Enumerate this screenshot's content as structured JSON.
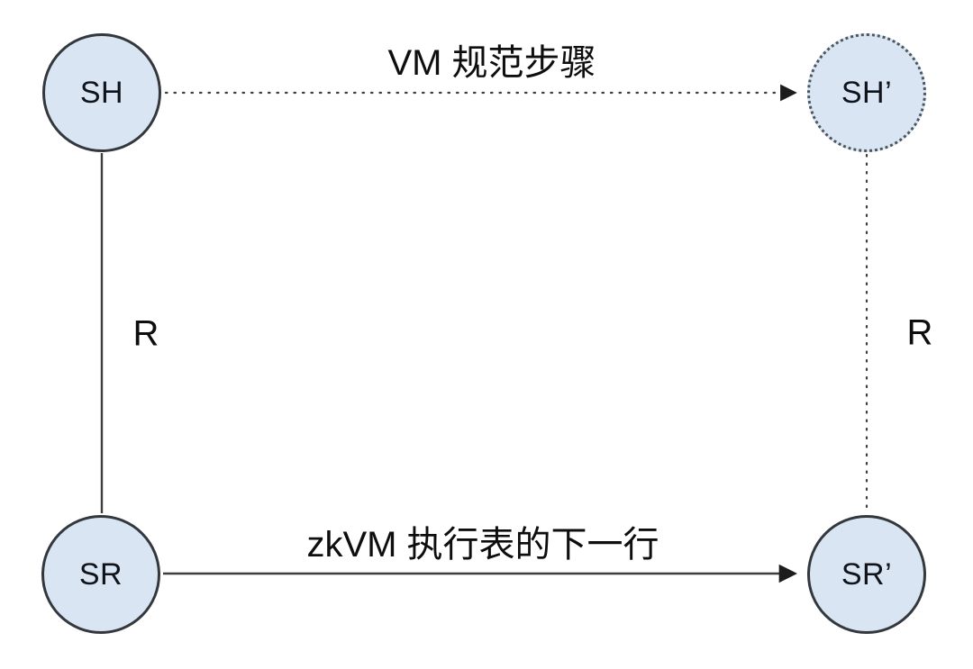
{
  "diagram": {
    "type": "state-transition-commutative-diagram",
    "nodes": [
      {
        "id": "sh",
        "label": "SH",
        "border_style": "solid"
      },
      {
        "id": "sh-prime",
        "label": "SH’",
        "border_style": "dotted"
      },
      {
        "id": "sr",
        "label": "SR",
        "border_style": "solid"
      },
      {
        "id": "sr-prime",
        "label": "SR’",
        "border_style": "solid"
      }
    ],
    "edges": [
      {
        "from": "SH",
        "to": "SH’",
        "style": "dotted",
        "arrow": true,
        "label": "VM 规范步骤"
      },
      {
        "from": "SH",
        "to": "SR",
        "style": "solid",
        "arrow": false,
        "label": "R"
      },
      {
        "from": "SH’",
        "to": "SR’",
        "style": "dotted",
        "arrow": false,
        "label": "R"
      },
      {
        "from": "SR",
        "to": "SR’",
        "style": "solid",
        "arrow": true,
        "label": "zkVM 执行表的下一行"
      }
    ],
    "colors": {
      "background": "#ffffff",
      "node_fill": "#d9e5f3",
      "node_border": "#33383d",
      "edge_stroke": "#3d3d3d",
      "text": "#0e0e0e"
    }
  }
}
